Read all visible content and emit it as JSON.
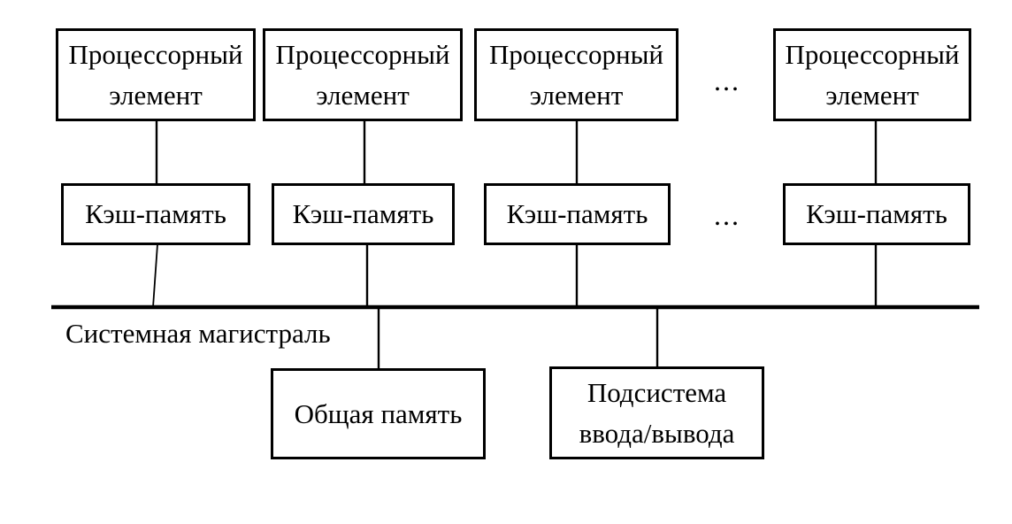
{
  "diagram": {
    "processors": [
      "Процессорный элемент",
      "Процессорный элемент",
      "Процессорный элемент",
      "Процессорный элемент"
    ],
    "caches": [
      "Кэш-память",
      "Кэш-память",
      "Кэш-память",
      "Кэш-память"
    ],
    "ellipsis_processors": "...",
    "ellipsis_caches": "...",
    "bus_label": "Системная магистраль",
    "shared_memory": "Общая память",
    "io_subsystem": "Подсистема ввода/вывода",
    "colors": {
      "line": "#000000",
      "text": "#000000",
      "background": "#ffffff"
    }
  }
}
